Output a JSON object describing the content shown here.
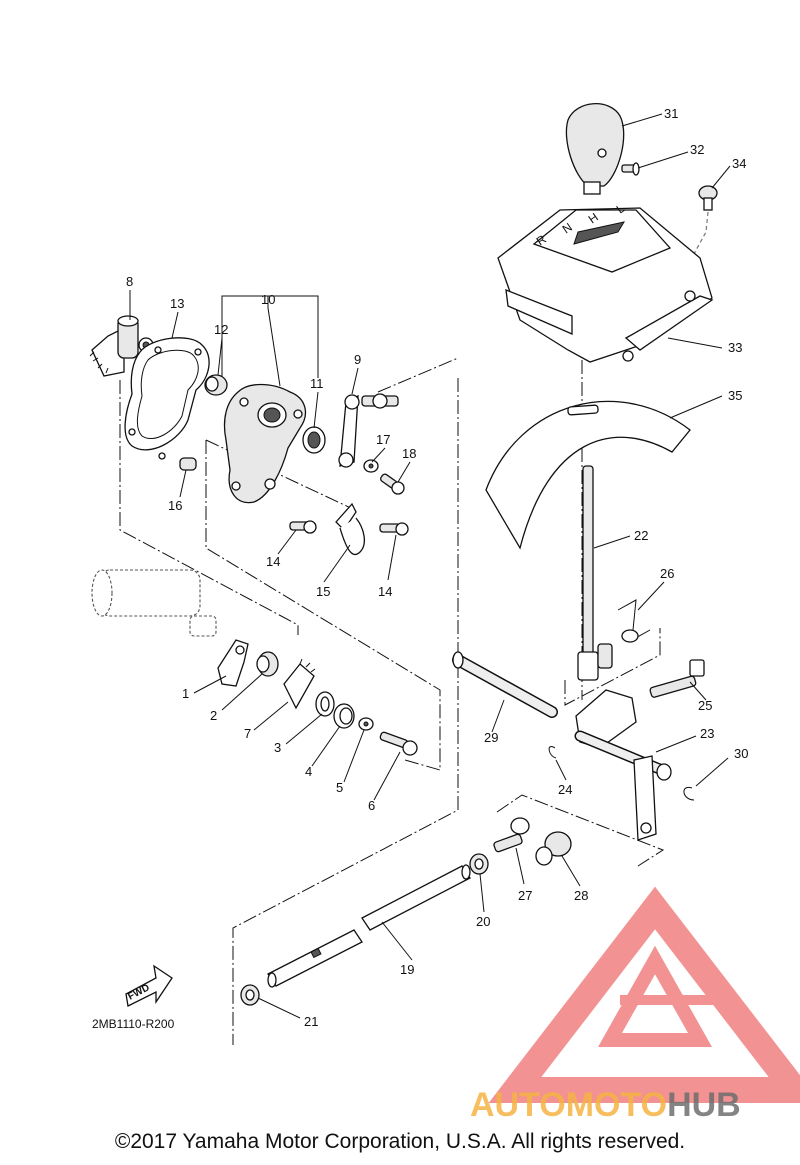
{
  "diagram": {
    "reference_code": "2MB1110-R200",
    "fwd_label": "FWD",
    "copyright": "©2017 Yamaha Motor Corporation, U.S.A. All rights reserved.",
    "watermark": {
      "brand_part1": "AUTOMOTO",
      "brand_part2": "HUB",
      "accent_color": "#f08080",
      "accent2_color": "#f5a623",
      "dark_color": "#555555"
    },
    "gate_markings": [
      "R",
      "N",
      "H",
      "L"
    ],
    "callouts": [
      "1",
      "2",
      "3",
      "4",
      "5",
      "6",
      "7",
      "8",
      "9",
      "10",
      "11",
      "12",
      "13",
      "14",
      "14",
      "15",
      "16",
      "17",
      "18",
      "19",
      "20",
      "21",
      "22",
      "23",
      "24",
      "25",
      "26",
      "27",
      "28",
      "29",
      "30",
      "31",
      "32",
      "33",
      "34",
      "35"
    ]
  }
}
